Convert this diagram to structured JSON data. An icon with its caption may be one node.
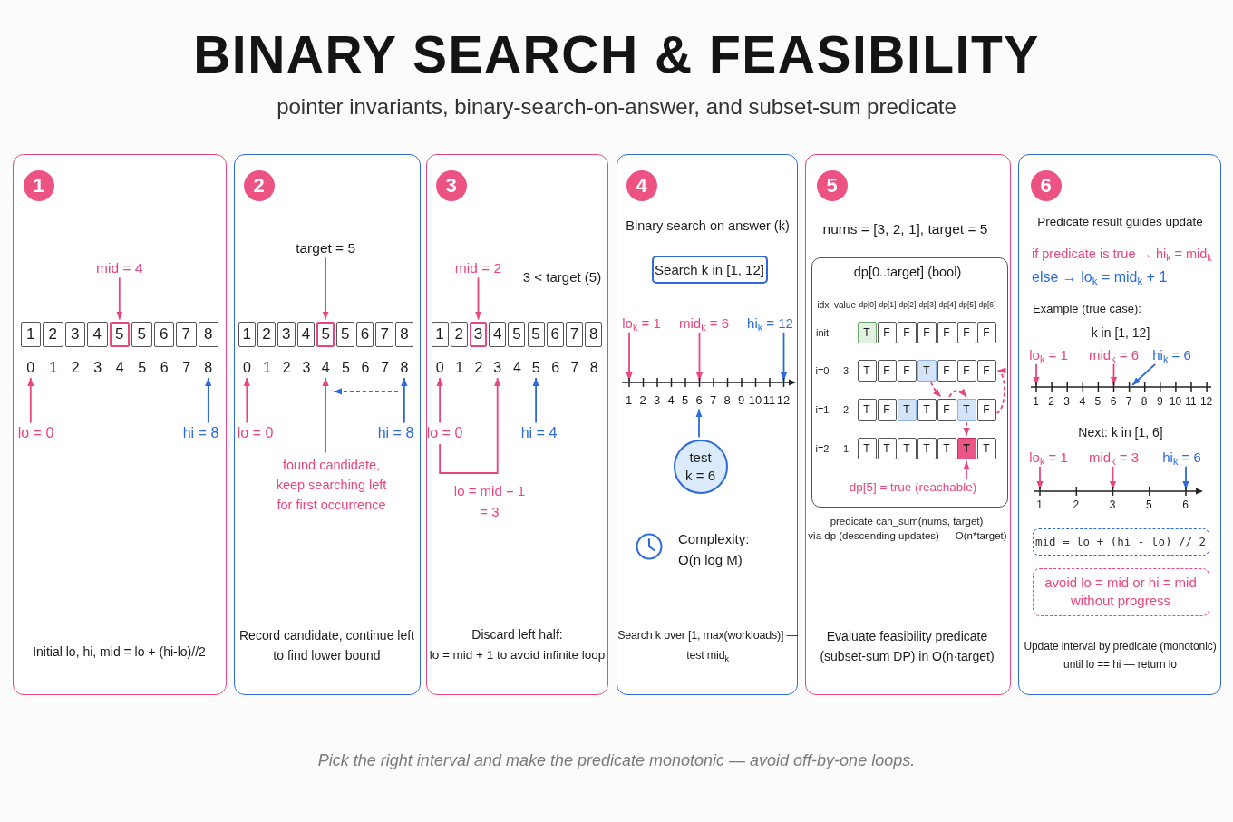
{
  "diagram": {
    "title": "BINARY SEARCH & FEASIBILITY",
    "caption": "Pick the right interval and make the predicate monotonic — avoid off-by-one loops.",
    "nodes": [
      {
        "text": [
          "Initial lo, hi, mid = lo + (hi-lo)//2"
        ]
      },
      {
        "text": [
          "1"
        ],
        "in": 0
      },
      {
        "text": [
          "mid = 4"
        ],
        "in": 0
      },
      {
        "text": [
          "1"
        ],
        "in": 0
      },
      {
        "text": [
          "2"
        ],
        "in": 0
      },
      {
        "text": [
          "3"
        ],
        "in": 0
      },
      {
        "text": [
          "4"
        ],
        "in": 0
      },
      {
        "text": [
          "5"
        ],
        "in": 0
      },
      {
        "text": [
          "5"
        ],
        "in": 0
      },
      {
        "text": [
          "6"
        ],
        "in": 0
      },
      {
        "text": [
          "7"
        ],
        "in": 0
      },
      {
        "text": [
          "8"
        ],
        "in": 0
      },
      {
        "text": [
          "0"
        ],
        "in": 0
      },
      {
        "text": [
          "8"
        ],
        "in": 0
      },
      {
        "text": [
          "lo = 0"
        ],
        "in": 0
      },
      {
        "text": [
          "hi = 8"
        ],
        "in": 0
      },
      {
        "text": [
          "Record candidate, continue left to find lower bound"
        ]
      },
      {
        "text": [
          "2"
        ],
        "in": 16
      },
      {
        "text": [
          "target = 5"
        ],
        "in": 16
      },
      {
        "text": [
          "1"
        ],
        "in": 16
      },
      {
        "text": [
          "2"
        ],
        "in": 16
      },
      {
        "text": [
          "3"
        ],
        "in": 16
      },
      {
        "text": [
          "4"
        ],
        "in": 16
      },
      {
        "text": [
          "5"
        ],
        "in": 16
      },
      {
        "text": [
          "5"
        ],
        "in": 16
      },
      {
        "text": [
          "6"
        ],
        "in": 16
      },
      {
        "text": [
          "7"
        ],
        "in": 16
      },
      {
        "text": [
          "8"
        ],
        "in": 16
      },
      {
        "text": [
          "0"
        ],
        "in": 16
      },
      {
        "text": [
          "4"
        ],
        "in": 16
      },
      {
        "text": [
          "8"
        ],
        "in": 16
      },
      {
        "text": [
          "lo = 0"
        ],
        "in": 16
      },
      {
        "text": [
          "hi = 8"
        ],
        "in": 16
      },
      {
        "text": [
          "found candidate, keep searching left for first occurrence"
        ],
        "in": 16
      },
      {
        "text": [
          "Discard left half:",
          "lo = mid + 1 to avoid infinite loop"
        ]
      },
      {
        "text": [
          "3"
        ],
        "in": 34
      },
      {
        "text": [
          "mid = 2"
        ],
        "in": 34
      },
      {
        "text": [
          "1"
        ],
        "in": 34
      },
      {
        "text": [
          "2"
        ],
        "in": 34
      },
      {
        "text": [
          "3"
        ],
        "in": 34
      },
      {
        "text": [
          "4"
        ],
        "in": 34
      },
      {
        "text": [
          "5"
        ],
        "in": 34
      },
      {
        "text": [
          "5"
        ],
        "in": 34
      },
      {
        "text": [
          "6"
        ],
        "in": 34
      },
      {
        "text": [
          "7"
        ],
        "in": 34
      },
      {
        "text": [
          "8"
        ],
        "in": 34
      },
      {
        "text": [
          "0"
        ],
        "in": 34
      },
      {
        "text": [
          "3"
        ],
        "in": 34
      },
      {
        "text": [
          "5"
        ],
        "in": 34
      },
      {
        "text": [
          "lo = 0"
        ],
        "in": 34
      },
      {
        "text": [
          "hi = 4"
        ],
        "in": 34
      },
      {
        "text": [
          "Binary search on answer (k)",
          "Search k over [1, max(workloads)] — test mid$_{k}$"
        ]
      },
      {
        "text": [
          "4"
        ],
        "in": 51
      },
      {
        "text": [
          "Search k in [1, 12]"
        ],
        "in": 51
      },
      {
        "text": [
          "lo$_{k}$ = 1"
        ],
        "in": 51
      },
      {
        "text": [
          "mid$_{k}$ = 6"
        ],
        "in": 51
      },
      {
        "text": [
          "hi$_{k}$ = 12"
        ],
        "in": 51
      },
      {
        "text": [],
        "shape": "line",
        "beside": [
          "1",
          "2",
          "3",
          "4",
          "5",
          "7",
          "8",
          "9",
          "10",
          "11",
          "12"
        ],
        "in": 51
      },
      {
        "text": [
          "6"
        ],
        "in": 51
      },
      {
        "text": [
          "test k = 6"
        ],
        "in": 51
      },
      {
        "text": [
          "nums = [3, 2, 1], target = 5",
          "Evaluate feasibility predicate (subset-sum DP) in O(n·target)"
        ]
      },
      {
        "text": [
          "5"
        ],
        "in": 60
      },
      {
        "text": [
          "dp[0..target] (bool)"
        ],
        "in": 60
      },
      {
        "text": [
          "T"
        ],
        "in": 62
      },
      {
        "text": [
          "F"
        ],
        "in": 62
      },
      {
        "text": [
          "F"
        ],
        "in": 62
      },
      {
        "text": [
          "F"
        ],
        "in": 62
      },
      {
        "text": [
          "F"
        ],
        "in": 62
      },
      {
        "text": [
          "F"
        ],
        "in": 62
      },
      {
        "text": [
          "F"
        ],
        "in": 62
      },
      {
        "text": [
          "T"
        ],
        "in": 62
      },
      {
        "text": [
          "F"
        ],
        "in": 62
      },
      {
        "text": [
          "F"
        ],
        "in": 62
      },
      {
        "text": [
          "T"
        ],
        "in": 62
      },
      {
        "text": [
          "F"
        ],
        "in": 62
      },
      {
        "text": [
          "F"
        ],
        "in": 62
      },
      {
        "text": [
          "F"
        ],
        "in": 62
      },
      {
        "text": [
          "T"
        ],
        "in": 62
      },
      {
        "text": [
          "F"
        ],
        "in": 62
      },
      {
        "text": [
          "T"
        ],
        "in": 62
      },
      {
        "text": [
          "T"
        ],
        "in": 62
      },
      {
        "text": [
          "F"
        ],
        "in": 62
      },
      {
        "text": [
          "T"
        ],
        "in": 62
      },
      {
        "text": [
          "F"
        ],
        "in": 62
      },
      {
        "text": [
          "T"
        ],
        "in": 62
      },
      {
        "text": [
          "T"
        ],
        "in": 62
      },
      {
        "text": [
          "T"
        ],
        "in": 62
      },
      {
        "text": [
          "T"
        ],
        "in": 62
      },
      {
        "text": [
          "T"
        ],
        "in": 62
      },
      {
        "text": [
          "T"
        ],
        "in": 62
      },
      {
        "text": [
          "T"
        ],
        "in": 62
      },
      {
        "text": [
          "dp[5] = true (reachable)"
        ],
        "in": 62
      },
      {
        "text": [
          "Predicate result guides update",
          "Update interval by predicate (monotonic) until lo == hi — return lo"
        ]
      },
      {
        "text": [
          "6"
        ],
        "in": 92
      },
      {
        "text": [
          "lo$_{k}$ = 1"
        ],
        "in": 92
      },
      {
        "text": [
          "mid$_{k}$ = 6"
        ],
        "in": 92
      },
      {
        "text": [
          "hi$_{k}$ = 6"
        ],
        "in": 92
      },
      {
        "text": [],
        "shape": "line",
        "beside": [
          "1",
          "2",
          "3",
          "4",
          "5",
          "6",
          "7",
          "8",
          "9",
          "10",
          "11",
          "12"
        ],
        "in": 92
      },
      {
        "text": [
          "lo$_{k}$ = 1"
        ],
        "in": 92
      },
      {
        "text": [
          "mid$_{k}$ = 3"
        ],
        "in": 92
      },
      {
        "text": [
          "hi$_{k}$ = 6"
        ],
        "in": 92
      },
      {
        "text": [],
        "shape": "line",
        "beside": [
          "1",
          "2",
          "3",
          "5",
          "6"
        ],
        "in": 92
      },
      {
        "text": [
          "mid = lo + (hi - lo) // 2"
        ],
        "in": 92
      },
      {
        "text": [
          "avoid lo = mid or hi = mid without progress"
        ],
        "in": 92
      }
    ],
    "edges": [
      {
        "from": 2,
        "to": 7,
        "arrow": "to"
      },
      {
        "from": 14,
        "to": 12,
        "arrow": "to"
      },
      {
        "from": 15,
        "to": 13,
        "arrow": "to",
        "color": "#2d6bd9"
      },
      {
        "from": 18,
        "to": 23,
        "arrow": "to"
      },
      {
        "from": 31,
        "to": 28,
        "arrow": "to"
      },
      {
        "from": 32,
        "to": 30,
        "arrow": "to",
        "color": "#2d6bd9"
      },
      {
        "from": 33,
        "to": 29,
        "arrow": "to"
      },
      {
        "from": 30,
        "to": 29,
        "arrow": "to",
        "style": "dashed",
        "color": "#2d6bd9"
      },
      {
        "from": 36,
        "to": 39,
        "arrow": "to"
      },
      {
        "from": 49,
        "to": 46,
        "arrow": "to"
      },
      {
        "from": 50,
        "to": 48,
        "arrow": "to",
        "color": "#2d6bd9"
      },
      {
        "from": 49,
        "to": 47,
        "arrow": "to",
        "label": "lo = mid + 1 = 3"
      },
      {
        "from": 54,
        "to": 57,
        "arrow": "to"
      },
      {
        "from": 55,
        "to": 57,
        "arrow": "to"
      },
      {
        "from": 56,
        "to": 57,
        "arrow": "to",
        "color": "#2d6bd9"
      },
      {
        "from": 59,
        "to": 58,
        "arrow": "to",
        "color": "#2d6bd9"
      },
      {
        "from": 73,
        "to": 81,
        "arrow": "to",
        "style": "dashed"
      },
      {
        "from": 81,
        "to": 82,
        "arrow": "to",
        "style": "dashed"
      },
      {
        "from": 82,
        "to": 89,
        "arrow": "to",
        "style": "dashed"
      },
      {
        "from": 83,
        "to": 76,
        "arrow": "to",
        "style": "dashed"
      },
      {
        "from": 91,
        "to": 89,
        "arrow": "to"
      },
      {
        "from": 94,
        "to": 97,
        "arrow": "to"
      },
      {
        "from": 95,
        "to": 97,
        "arrow": "to"
      },
      {
        "from": 96,
        "to": 97,
        "arrow": "to",
        "color": "#2d6bd9"
      },
      {
        "from": 98,
        "to": 101,
        "arrow": "to"
      },
      {
        "from": 99,
        "to": 101,
        "arrow": "to"
      },
      {
        "from": 100,
        "to": 101,
        "arrow": "to",
        "color": "#2d6bd9"
      }
    ],
    "labels": [
      "pointer invariants, binary-search-on-answer, and subset-sum predicate",
      "1",
      "2",
      "3",
      "4",
      "5",
      "6",
      "7",
      "1",
      "2",
      "3",
      "5",
      "6",
      "7",
      "3 < target (5)",
      "1",
      "2",
      "4",
      "6",
      "7",
      "8",
      "Complexity: O(n log M)",
      "idx",
      "value",
      "dp[0]",
      "dp[1]",
      "dp[2]",
      "dp[3]",
      "dp[4]",
      "dp[5]",
      "dp[6]",
      "init",
      "—",
      "i=0",
      "3",
      "i=1",
      "2",
      "i=2",
      "1",
      "predicate can_sum(nums, target)",
      "via dp (descending updates) — O(n*target)",
      "if predicate is true → hi$_{k}$ = mid$_{k}$",
      "else → lo$_{k}$ = mid$_{k}$ + 1",
      "Example (true case):",
      "k in [1, 12]",
      "Next: k in [1, 6]"
    ]
  }
}
